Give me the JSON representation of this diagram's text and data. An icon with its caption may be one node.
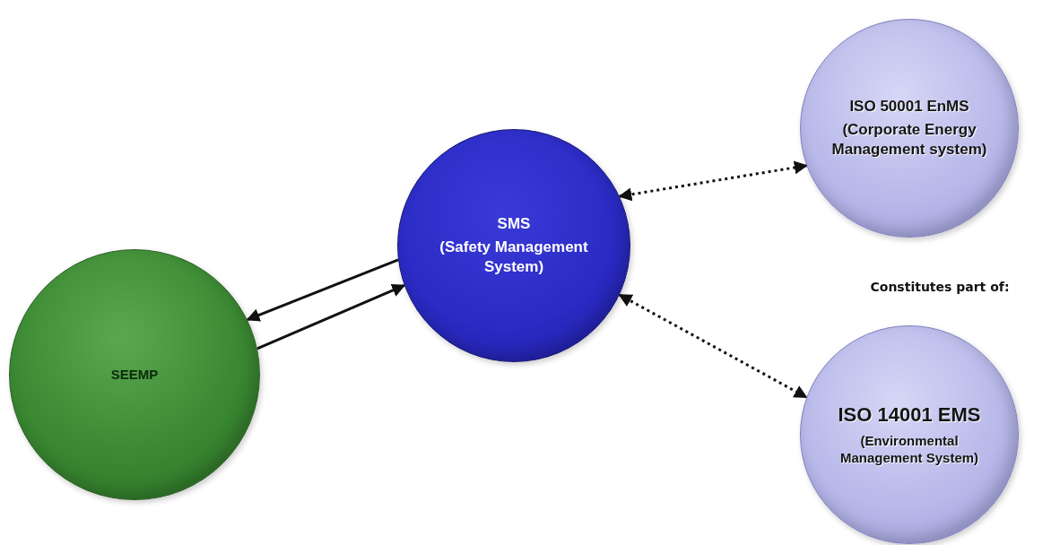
{
  "diagram": {
    "nodes": [
      {
        "text": [
          "SEEMP"
        ]
      },
      {
        "text": [
          "SMS",
          "(Safety Management System)"
        ]
      },
      {
        "text": [
          "ISO 50001 EnMS",
          "(Corporate Energy Management system)"
        ]
      },
      {
        "text": [
          "ISO 14001 EMS",
          "(Environmental Management System)"
        ]
      }
    ],
    "edges": [
      {
        "from": 1,
        "to": 0,
        "arrow": "to"
      },
      {
        "from": 0,
        "to": 1,
        "arrow": "to"
      },
      {
        "from": 1,
        "to": 2,
        "arrow": "both",
        "style": "dashed"
      },
      {
        "from": 1,
        "to": 3,
        "arrow": "both",
        "style": "dashed"
      }
    ],
    "labels": [
      "Constitutes part of:"
    ]
  }
}
